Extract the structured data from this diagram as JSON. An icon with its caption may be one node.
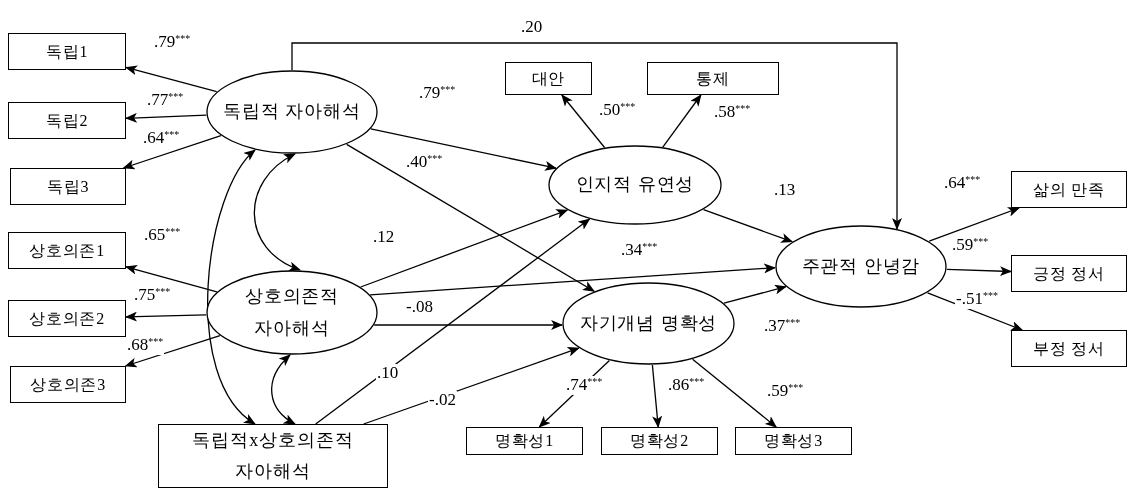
{
  "diagram": {
    "nodes": [
      {
        "text": [
          "독립1"
        ]
      },
      {
        "text": [
          "독립2"
        ]
      },
      {
        "text": [
          "독립3"
        ]
      },
      {
        "text": [
          "상호의존1"
        ]
      },
      {
        "text": [
          "상호의존2"
        ]
      },
      {
        "text": [
          "상호의존3"
        ]
      },
      {
        "text": [
          "독립적 자아해석"
        ]
      },
      {
        "text": [
          "상호의존적 자아해석"
        ]
      },
      {
        "text": [
          "독립적x상호의존적 자아해석"
        ]
      },
      {
        "text": [
          "대안"
        ]
      },
      {
        "text": [
          "통제"
        ]
      },
      {
        "text": [
          "인지적 유연성"
        ]
      },
      {
        "text": [
          "자기개념 명확성"
        ]
      },
      {
        "text": [
          "명확성1"
        ]
      },
      {
        "text": [
          "명확성2"
        ]
      },
      {
        "text": [
          "명확성3"
        ]
      },
      {
        "text": [
          "주관적 안녕감"
        ]
      },
      {
        "text": [
          "삶의 만족"
        ]
      },
      {
        "text": [
          "긍정 정서"
        ]
      },
      {
        "text": [
          "부정 정서"
        ]
      }
    ],
    "edges": [
      {
        "from": 6,
        "to": 0,
        "arrow": "to",
        "label": ".79$^{***}$"
      },
      {
        "from": 6,
        "to": 1,
        "arrow": "to",
        "label": ".77$^{***}$"
      },
      {
        "from": 6,
        "to": 2,
        "arrow": "to",
        "label": ".64$^{***}$"
      },
      {
        "from": 7,
        "to": 3,
        "arrow": "to",
        "label": ".65$^{***}$"
      },
      {
        "from": 7,
        "to": 4,
        "arrow": "to",
        "label": ".75$^{***}$"
      },
      {
        "from": 7,
        "to": 5,
        "arrow": "to",
        "label": ".68$^{***}$"
      },
      {
        "from": 6,
        "to": 7,
        "arrow": "both"
      },
      {
        "from": 6,
        "to": 8,
        "arrow": "both"
      },
      {
        "from": 7,
        "to": 8,
        "arrow": "both"
      },
      {
        "from": 6,
        "to": 11,
        "arrow": "to",
        "label": ".79$^{***}$"
      },
      {
        "from": 6,
        "to": 12,
        "arrow": "to",
        "label": ".40$^{***}$"
      },
      {
        "from": 7,
        "to": 11,
        "arrow": "to",
        "label": ".12"
      },
      {
        "from": 7,
        "to": 16,
        "arrow": "to",
        "label": ".34$^{***}$"
      },
      {
        "from": 7,
        "to": 12,
        "arrow": "to",
        "label": "-.08"
      },
      {
        "from": 8,
        "to": 11,
        "arrow": "to",
        "label": ".10"
      },
      {
        "from": 8,
        "to": 12,
        "arrow": "to",
        "label": "-.02"
      },
      {
        "from": 11,
        "to": 9,
        "arrow": "to",
        "label": ".50$^{***}$"
      },
      {
        "from": 11,
        "to": 10,
        "arrow": "to",
        "label": ".58$^{***}$"
      },
      {
        "from": 11,
        "to": 16,
        "arrow": "to",
        "label": ".13"
      },
      {
        "from": 12,
        "to": 13,
        "arrow": "to",
        "label": ".74$^{***}$"
      },
      {
        "from": 12,
        "to": 14,
        "arrow": "to",
        "label": ".86$^{***}$"
      },
      {
        "from": 12,
        "to": 15,
        "arrow": "to",
        "label": ".59$^{***}$"
      },
      {
        "from": 12,
        "to": 16,
        "arrow": "to",
        "label": ".37$^{***}$"
      },
      {
        "from": 16,
        "to": 17,
        "arrow": "to",
        "label": ".64$^{***}$"
      },
      {
        "from": 16,
        "to": 18,
        "arrow": "to",
        "label": ".59$^{***}$"
      },
      {
        "from": 16,
        "to": 19,
        "arrow": "to",
        "label": "-.51$^{***}$"
      },
      {
        "from": 6,
        "to": 16,
        "arrow": "to",
        "label": ".20"
      }
    ]
  }
}
